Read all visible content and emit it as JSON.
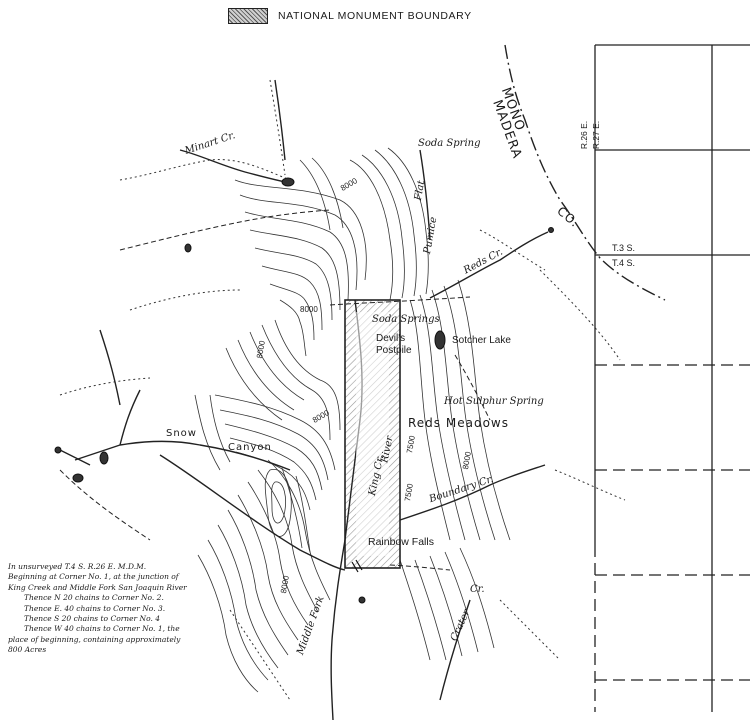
{
  "legend": {
    "label": "NATIONAL MONUMENT BOUNDARY"
  },
  "places": {
    "minaret_creek": "Minart Cr.",
    "soda_spring_north": "Soda Spring",
    "pumice_flat": "Pumice",
    "flat": "Flat",
    "reds_creek": "Reds Cr.",
    "soda_springs": "Soda Springs",
    "devils_postpile": "Devil's",
    "postpile": "Postpile",
    "starkweather_lake": "Sotcher Lake",
    "hot_sulphur_spring": "Hot Sulphur Spring",
    "reds_meadows": "Reds Meadows",
    "snow_canyon": "Snow",
    "canyon": "Canyon",
    "boundary_creek": "Boundary Cr.",
    "rainbow_falls": "Rainbow Falls",
    "middle_fork": "Middle Fork",
    "crater_creek": "Crater",
    "crater_cr": "Cr.",
    "king_creek": "King Cr.",
    "river": "River",
    "county_mono": "MONO",
    "county_madera": "MADERA",
    "county_co": "CO.",
    "range_26": "R.26 E.",
    "range_27": "R.27 E.",
    "township_3": "T.3 S.",
    "township_4": "T.4 S.",
    "contours": [
      "8000",
      "8000",
      "8000",
      "7500",
      "8000",
      "8000",
      "7500",
      "8000"
    ]
  },
  "description": {
    "line1": "In unsurveyed  T.4 S.  R.26 E.  M.D.M.",
    "line2": "Beginning at Corner No. 1, at the junction of",
    "line3": "King Creek and Middle Fork San Joaquin River",
    "line4": "Thence N  20 chains to Corner  No. 2.",
    "line5": "Thence E.  40 chains to Corner  No. 3.",
    "line6": "Thence S  20 chains to Corner  No. 4",
    "line7": "Thence W  40 chains to Corner No. 1, the",
    "line8": "place of beginning, containing approximately",
    "line9": "800 Acres"
  }
}
